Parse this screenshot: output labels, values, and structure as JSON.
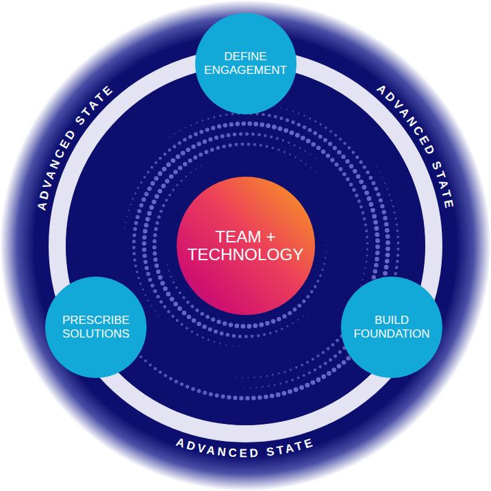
{
  "diagram": {
    "nodes": [
      {
        "text": [
          "DEFINE ENGAGEMENT"
        ]
      },
      {
        "text": [
          "TEAM + TECHNOLOGY"
        ]
      },
      {
        "text": [
          "PRESCRIBE SOLUTIONS"
        ]
      },
      {
        "text": [
          "BUILD FOUNDATION"
        ]
      }
    ],
    "labels": [
      "ADVANCED STATE",
      "ADVANCED STATE",
      "ADVANCED STATE"
    ]
  }
}
